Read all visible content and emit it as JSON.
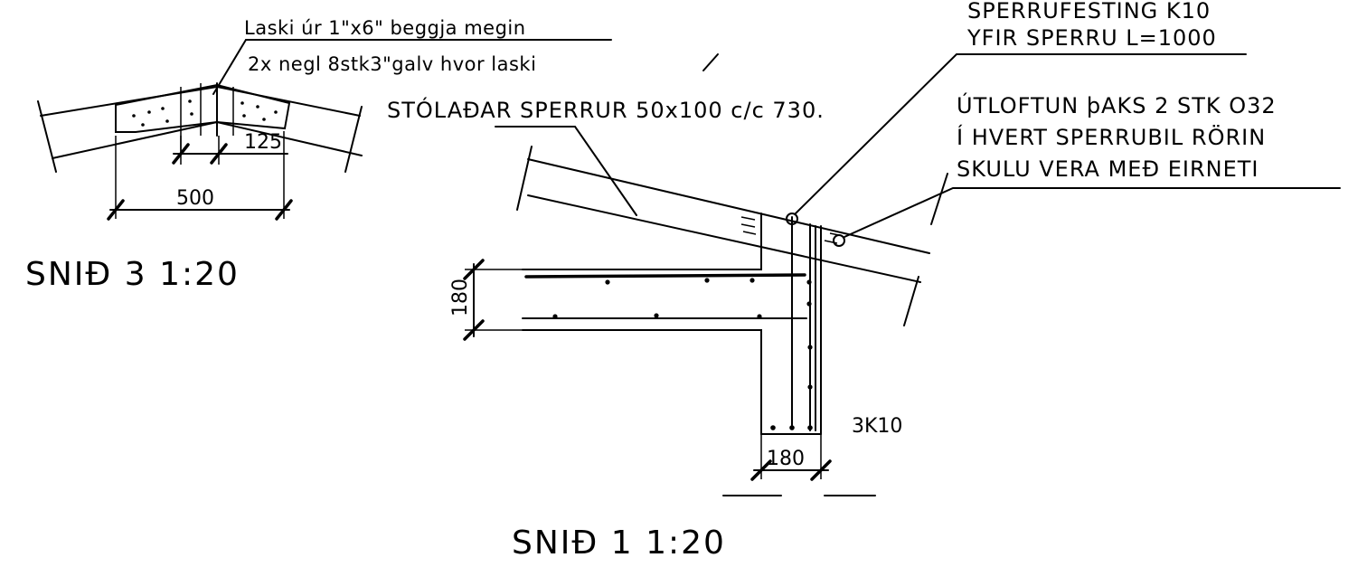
{
  "detail_3": {
    "title": "SNIÐ 3 1:20",
    "note_line_1": "Laski úr 1\"x6\" beggja megin",
    "note_line_2": "2x negl 8stk3\"galv hvor laski",
    "dim_500": "500",
    "dim_125": "125"
  },
  "detail_1": {
    "title": "SNIÐ 1 1:20",
    "rafters_note": "STÓLAÐAR SPERRUR 50x100 c/c 730.",
    "fixing_note_line_1": "SPERRUFESTING K10",
    "fixing_note_line_2": "YFIR SPERRU L=1000",
    "vent_note_line_1": "ÚTLOFTUN þAKS 2 STK O32",
    "vent_note_line_2": "Í HVERT SPERRUBIL RÖRIN",
    "vent_note_line_3": "SKULU VERA MEÐ EIRNETI",
    "dim_slab": "180",
    "dim_wall": "180",
    "rebar_label": "3K10"
  }
}
